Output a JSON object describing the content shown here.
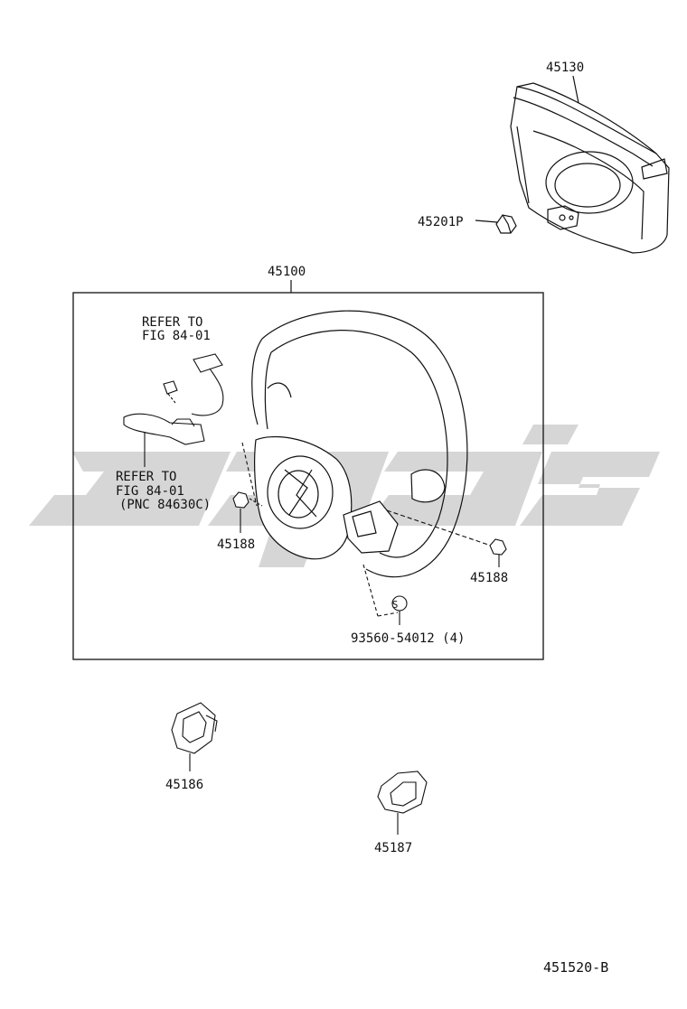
{
  "colors": {
    "ink": "#111111",
    "watermark": "#cfcfcf"
  },
  "parts": {
    "p45130": "45130",
    "p45201": "45201P",
    "p45100": "45100",
    "p45188_left": "45188",
    "p45188_right": "45188",
    "p93560": "93560-54012 (4)",
    "p45186": "45186",
    "p45187": "45187",
    "screw_symbol": "S"
  },
  "notes": {
    "refer1_line1": "REFER TO",
    "refer1_line2": "FIG 84-01",
    "refer2_line1": "REFER TO",
    "refer2_line2": "FIG 84-01",
    "refer2_line3": "(PNC 84630C)"
  },
  "footer": {
    "figure_code": "451520-B"
  }
}
